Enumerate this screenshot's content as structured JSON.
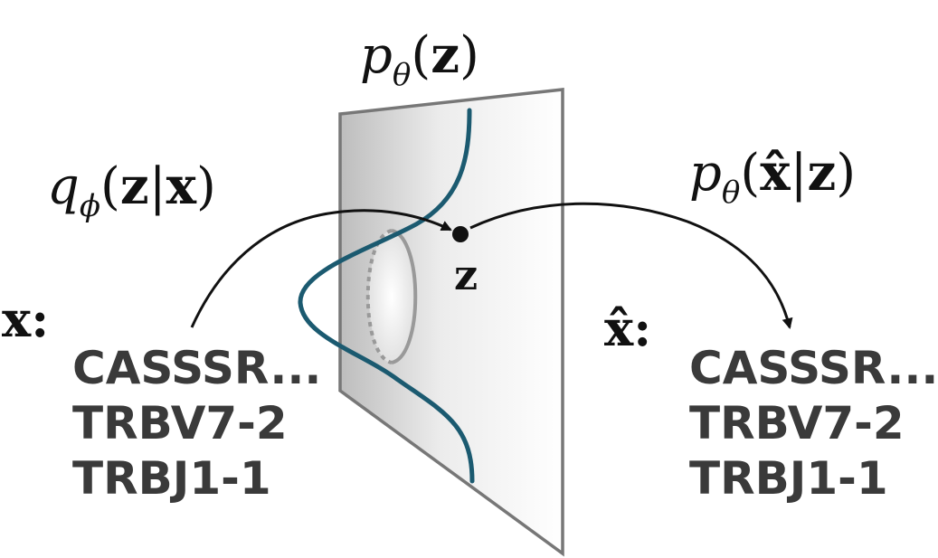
{
  "labels": {
    "prior": {
      "fn": "p",
      "sub": "θ",
      "open": "(",
      "var": "z",
      "close": ")"
    },
    "encoder": {
      "fn": "q",
      "sub": "ϕ",
      "open": "(",
      "var": "z",
      "bar": "|",
      "cond": "x",
      "close": ")"
    },
    "decoder": {
      "fn": "p",
      "sub": "θ",
      "open": "(",
      "var": "x̂",
      "bar": "|",
      "cond": "z",
      "close": ")"
    },
    "latent_point": "z",
    "input_label": "x:",
    "output_label": "x̂:"
  },
  "input_sequence": [
    "CASSSR...",
    "TRBV7-2",
    "TRBJ1-1"
  ],
  "output_sequence": [
    "CASSSR...",
    "TRBV7-2",
    "TRBJ1-1"
  ],
  "colors": {
    "density_curve": "#1b5a70",
    "plane_border": "#777777",
    "plane_shade": "#bdbdbd",
    "ellipse": "#999999",
    "arrow": "#111111",
    "sequence_text": "#3a3a3a"
  }
}
